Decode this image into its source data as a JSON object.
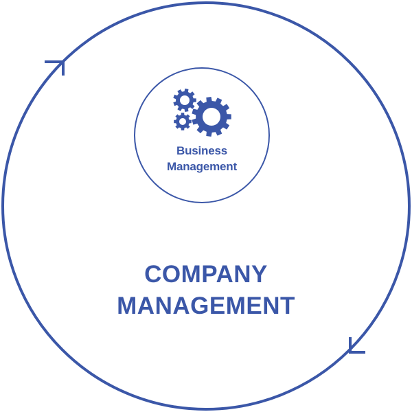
{
  "colors": {
    "primary": "#3b57a8",
    "background": "#ffffff"
  },
  "outer_cycle": {
    "arrow_icons": [
      "clockwise-arrow-icon",
      "clockwise-arrow-icon"
    ]
  },
  "inner_node": {
    "icon": "gears-icon",
    "label_lines": [
      "Business",
      "Management"
    ]
  },
  "title": {
    "lines": [
      "COMPANY",
      "MANAGEMENT"
    ]
  }
}
